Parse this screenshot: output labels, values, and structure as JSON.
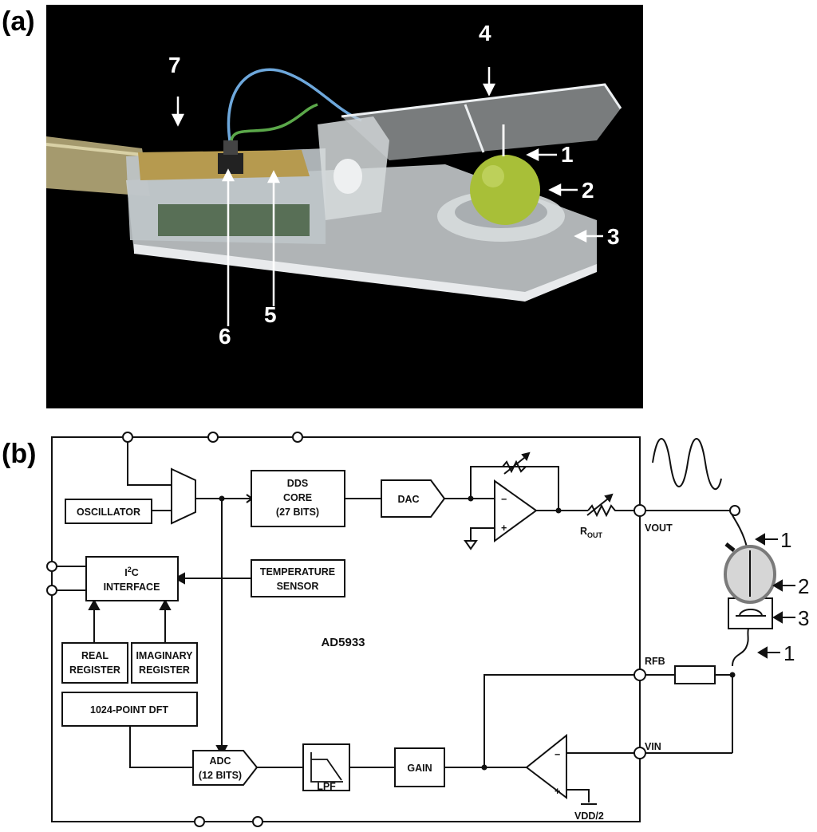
{
  "panels": {
    "a": "(a)",
    "b": "(b)"
  },
  "photo": {
    "callouts": [
      "1",
      "2",
      "3",
      "4",
      "5",
      "6",
      "7"
    ]
  },
  "diagram": {
    "chip": "AD5933",
    "blocks": {
      "oscillator": "OSCILLATOR",
      "dds_line1": "DDS",
      "dds_line2": "CORE",
      "dds_line3": "(27 BITS)",
      "dac": "DAC",
      "i2c_base": "I",
      "i2c_sup": "2",
      "i2c_rest": "C",
      "i2c_line2": "INTERFACE",
      "temp_line1": "TEMPERATURE",
      "temp_line2": "SENSOR",
      "real_line1": "REAL",
      "real_line2": "REGISTER",
      "imag_line1": "IMAGINARY",
      "imag_line2": "REGISTER",
      "dft": "1024-POINT DFT",
      "adc_line1": "ADC",
      "adc_line2": "(12 BITS)",
      "lpf": "LPF",
      "gain": "GAIN"
    },
    "pins": {
      "rout_base": "R",
      "rout_sub": "OUT",
      "vout": "VOUT",
      "rfb": "RFB",
      "vin": "VIN",
      "vdd2": "VDD/2"
    },
    "side_labels": [
      "1",
      "2",
      "3",
      "1"
    ],
    "opamp_signs": {
      "minus": "−",
      "plus": "+"
    }
  }
}
